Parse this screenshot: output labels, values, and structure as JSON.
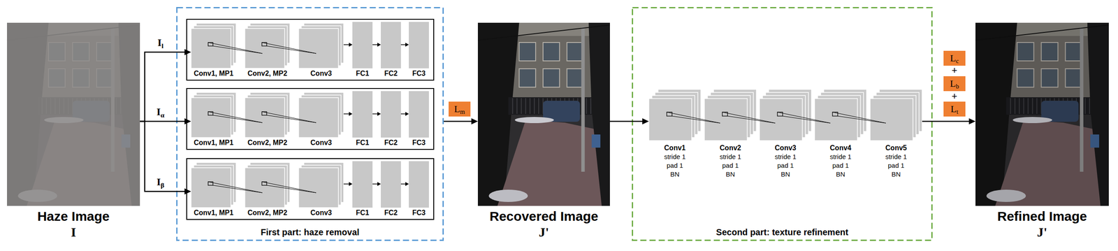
{
  "diagram": {
    "nodes": [
      {
        "text": [
          "Haze Image",
          "I"
        ]
      },
      {
        "text": [
          "First part: haze removal"
        ]
      },
      {
        "text": [
          "Conv1, MP1"
        ],
        "in": 1
      },
      {
        "text": [
          "Conv2, MP2"
        ],
        "in": 1
      },
      {
        "text": [
          "Conv3"
        ],
        "in": 1
      },
      {
        "text": [
          "FC1"
        ],
        "in": 1
      },
      {
        "text": [
          "FC2"
        ],
        "in": 1
      },
      {
        "text": [
          "FC3"
        ],
        "in": 1
      },
      {
        "text": [
          "Conv1, MP1"
        ],
        "in": 1
      },
      {
        "text": [
          "Conv2, MP2"
        ],
        "in": 1
      },
      {
        "text": [
          "Conv3"
        ],
        "in": 1
      },
      {
        "text": [
          "FC1"
        ],
        "in": 1
      },
      {
        "text": [
          "FC2"
        ],
        "in": 1
      },
      {
        "text": [
          "FC3"
        ],
        "in": 1
      },
      {
        "text": [
          "Conv1, MP1"
        ],
        "in": 1
      },
      {
        "text": [
          "Conv2, MP2"
        ],
        "in": 1
      },
      {
        "text": [
          "Conv3"
        ],
        "in": 1
      },
      {
        "text": [
          "FC1"
        ],
        "in": 1
      },
      {
        "text": [
          "FC2"
        ],
        "in": 1
      },
      {
        "text": [
          "FC3"
        ],
        "in": 1
      },
      {
        "text": [
          "Lm"
        ]
      },
      {
        "text": [
          "Recovered Image",
          "J'"
        ]
      },
      {
        "text": [
          "Second part: texture refinement"
        ]
      },
      {
        "text": [
          "Conv1",
          "stride 1",
          "pad 1",
          "BN"
        ],
        "in": 22
      },
      {
        "text": [
          "Conv2",
          "stride 1",
          "pad 1",
          "BN"
        ],
        "in": 22
      },
      {
        "text": [
          "Conv3",
          "stride 1",
          "pad 1",
          "BN"
        ],
        "in": 22
      },
      {
        "text": [
          "Conv4",
          "stride 1",
          "pad 1",
          "BN"
        ],
        "in": 22
      },
      {
        "text": [
          "Conv5",
          "stride 1",
          "pad 1",
          "BN"
        ],
        "in": 22
      },
      {
        "text": [
          "Lc"
        ]
      },
      {
        "text": [
          "Lb"
        ]
      },
      {
        "text": [
          "Lt"
        ]
      },
      {
        "text": [
          "Refined Image",
          "J'"
        ]
      }
    ],
    "edges": [
      {
        "from": 0,
        "to": 2,
        "label": "Il",
        "arrow": "to"
      },
      {
        "from": 0,
        "to": 8,
        "label": "Iα",
        "arrow": "to"
      },
      {
        "from": 0,
        "to": 14,
        "label": "Iβ",
        "arrow": "to"
      },
      {
        "from": 4,
        "to": 5,
        "arrow": "to"
      },
      {
        "from": 5,
        "to": 6,
        "arrow": "to"
      },
      {
        "from": 6,
        "to": 7,
        "arrow": "to"
      },
      {
        "from": 10,
        "to": 11,
        "arrow": "to"
      },
      {
        "from": 11,
        "to": 12,
        "arrow": "to"
      },
      {
        "from": 12,
        "to": 13,
        "arrow": "to"
      },
      {
        "from": 16,
        "to": 17,
        "arrow": "to"
      },
      {
        "from": 17,
        "to": 18,
        "arrow": "to"
      },
      {
        "from": 18,
        "to": 19,
        "arrow": "to"
      },
      {
        "from": 1,
        "to": 21,
        "arrow": "to"
      },
      {
        "from": 21,
        "to": 23,
        "arrow": "to"
      },
      {
        "from": 27,
        "to": 31,
        "arrow": "to"
      }
    ],
    "labels": [
      "+",
      "+"
    ]
  }
}
